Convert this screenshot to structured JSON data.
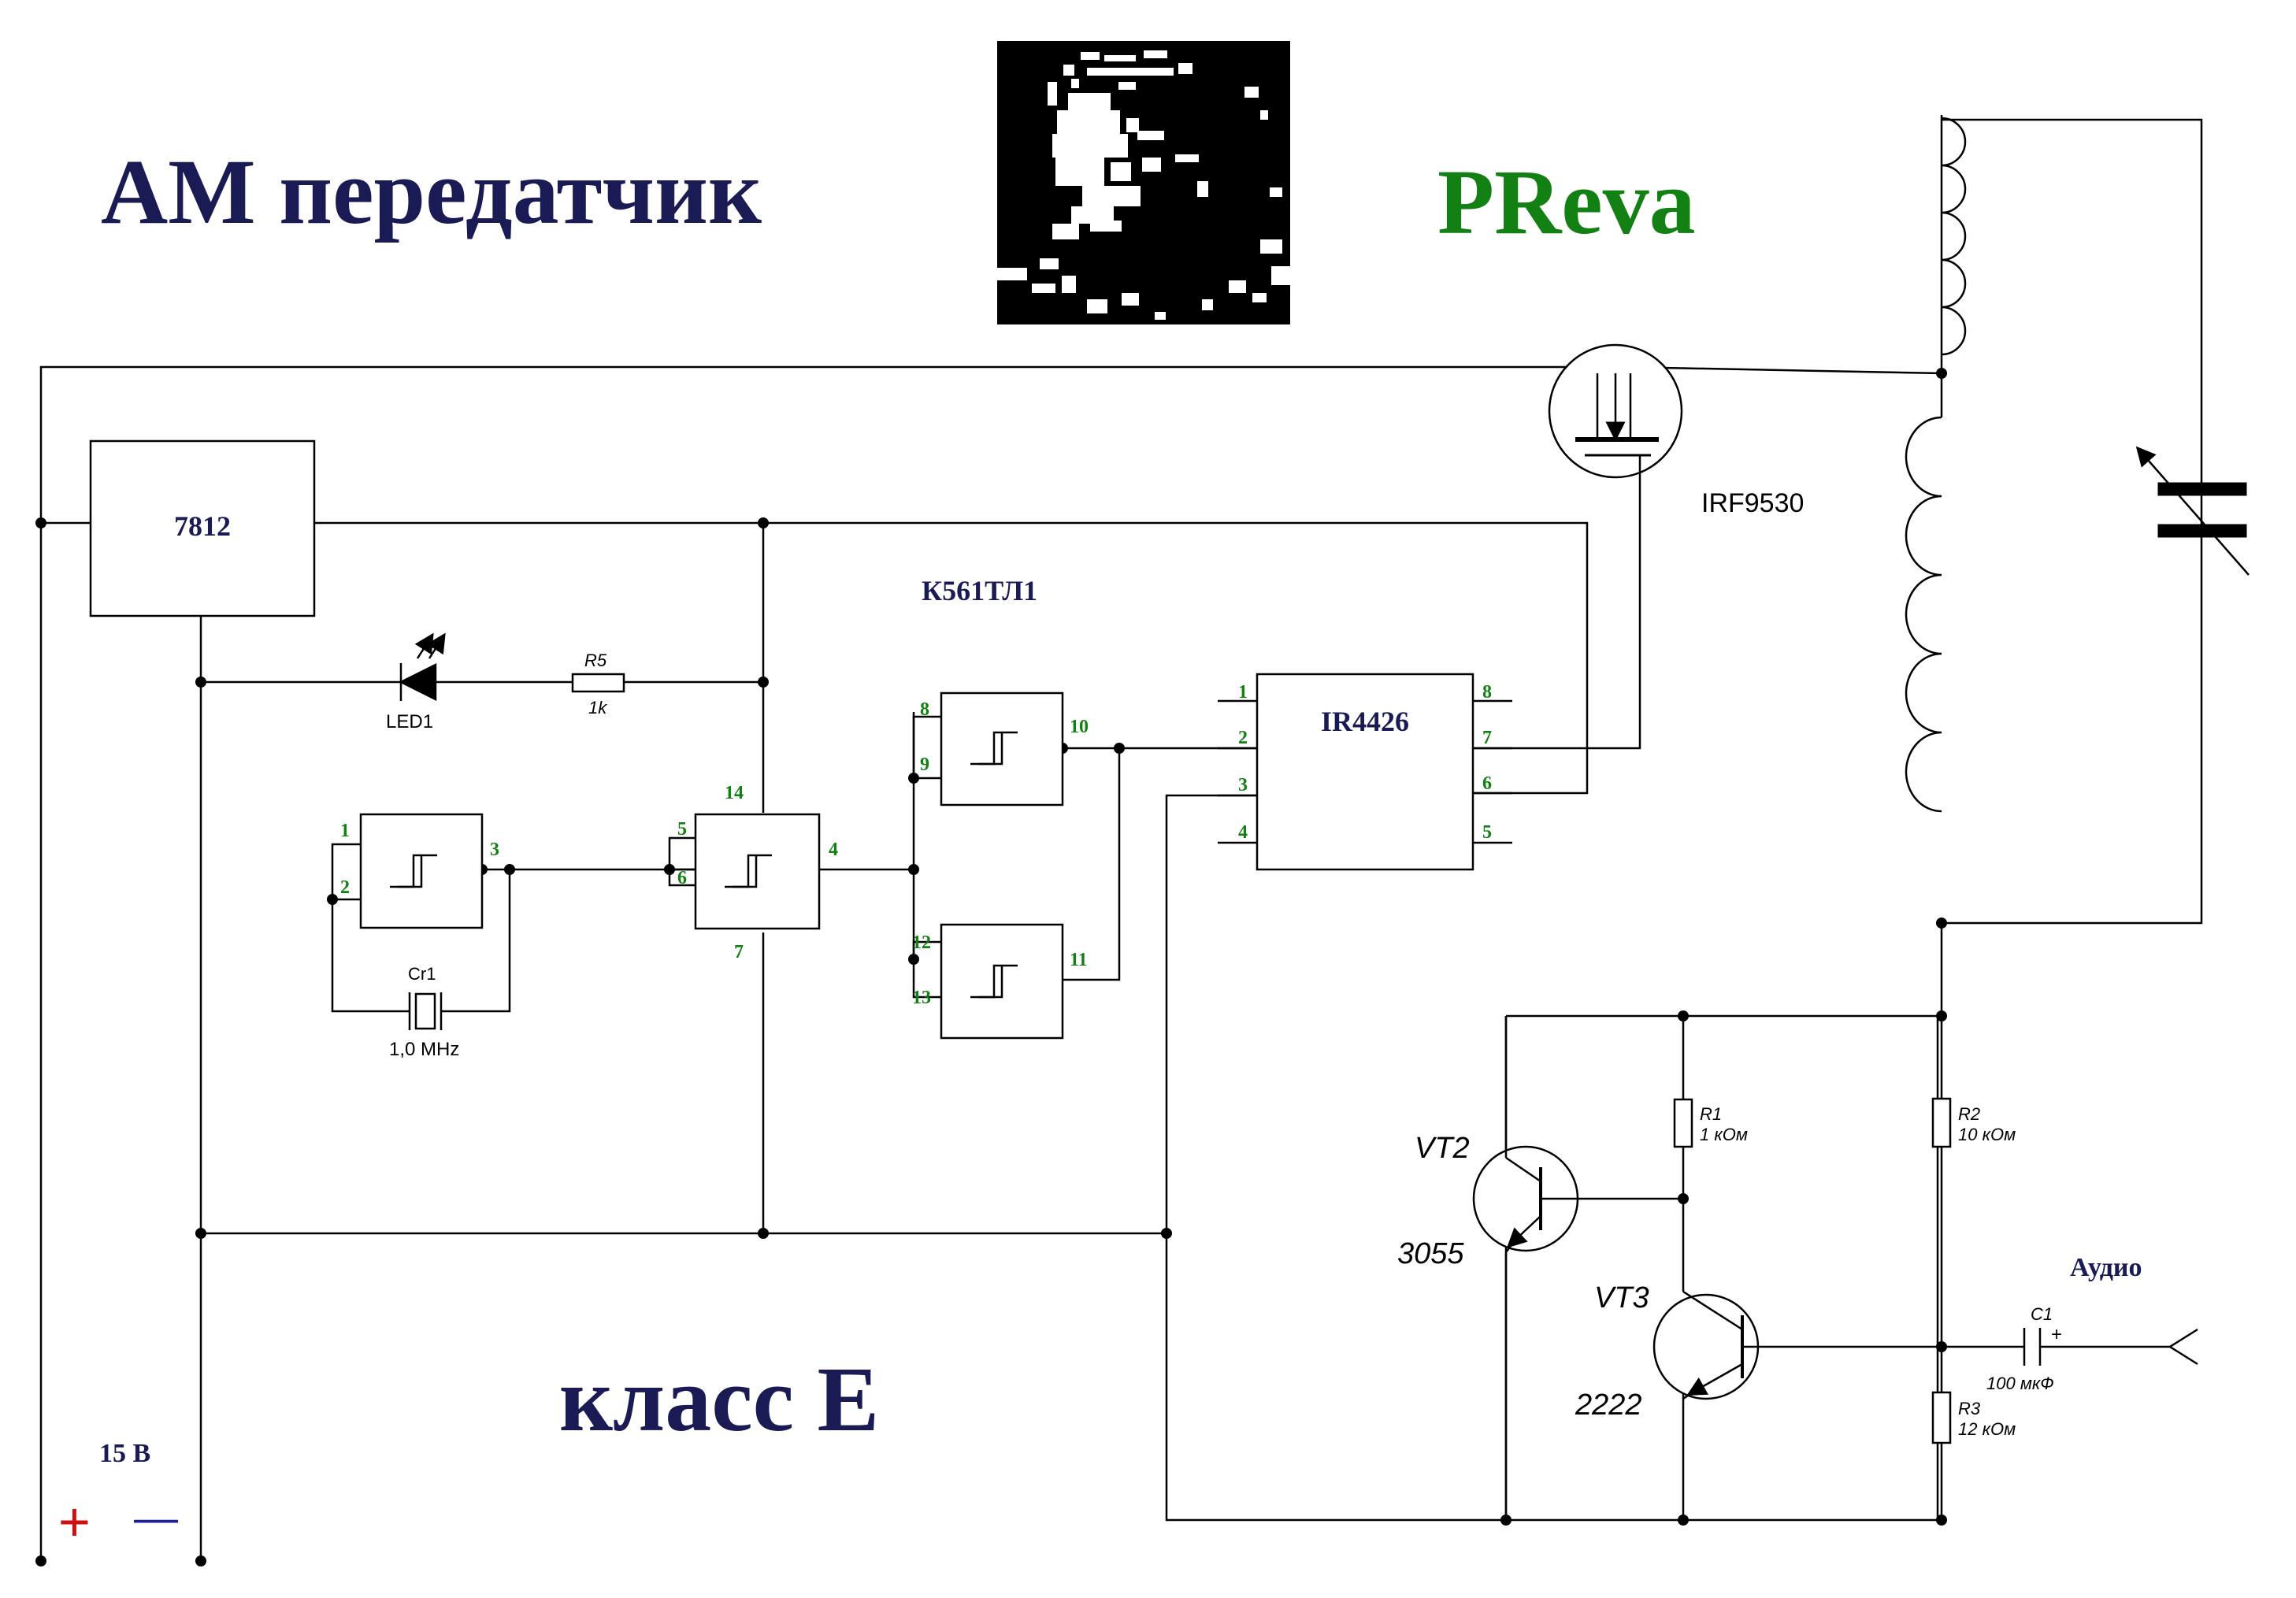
{
  "title": "АМ передатчик",
  "author": "PReva",
  "class_label": "класс Е",
  "supply_voltage": "15 В",
  "supply_plus": "+",
  "supply_minus": "—",
  "colors": {
    "title": "#1a1a55",
    "author": "#138013",
    "pin_numbers": "#138013",
    "wire": "#000000",
    "plus": "#d01010",
    "minus": "#202090"
  },
  "components": {
    "regulator": {
      "label": "7812"
    },
    "logic_ic": {
      "label": "К561ТЛ1"
    },
    "driver_ic": {
      "label": "IR4426"
    },
    "mosfet": {
      "label": "IRF9530"
    },
    "led": {
      "ref": "LED1"
    },
    "r5": {
      "ref": "R5",
      "value": "1k"
    },
    "crystal": {
      "ref": "Cr1",
      "value": "1,0 MHz"
    },
    "r1": {
      "ref": "R1",
      "value": "1 кОм"
    },
    "r2": {
      "ref": "R2",
      "value": "10 кОм"
    },
    "r3": {
      "ref": "R3",
      "value": "12 кОм"
    },
    "c1": {
      "ref": "C1",
      "value": "100 мкФ",
      "polarity": "+"
    },
    "vt2": {
      "ref": "VT2",
      "value": "3055"
    },
    "vt3": {
      "ref": "VT3",
      "value": "2222"
    },
    "audio": {
      "label": "Аудио"
    }
  },
  "pins": {
    "g1_in_a": "1",
    "g1_in_b": "2",
    "g1_out": "3",
    "g2_in_a": "5",
    "g2_in_b": "6",
    "g2_out": "4",
    "g2_vdd": "14",
    "g2_vss": "7",
    "g3_in_a": "8",
    "g3_in_b": "9",
    "g3_out": "10",
    "g4_in_a": "12",
    "g4_in_b": "13",
    "g4_out": "11",
    "drv_1": "1",
    "drv_2": "2",
    "drv_3": "3",
    "drv_4": "4",
    "drv_5": "5",
    "drv_6": "6",
    "drv_7": "7",
    "drv_8": "8"
  }
}
